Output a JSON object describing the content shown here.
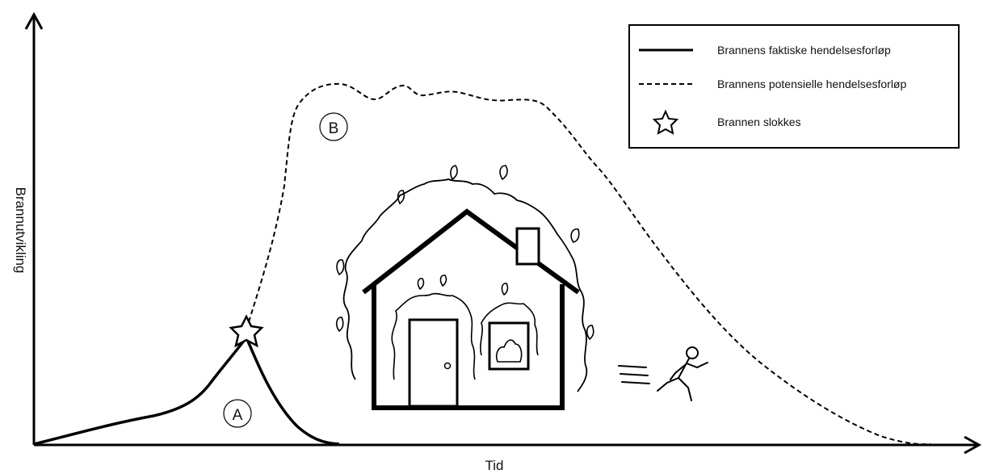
{
  "axes": {
    "x_label": "Tid",
    "y_label": "Brannutvikling"
  },
  "legend": {
    "items": [
      {
        "label": "Brannens faktiske hendelsesforløp",
        "symbol": "solid-line"
      },
      {
        "label": "Brannens potensielle hendelsesforløp",
        "symbol": "dashed-line"
      },
      {
        "label": "Brannen slokkes",
        "symbol": "star-icon"
      }
    ]
  },
  "markers": {
    "a": "A",
    "b": "B"
  },
  "colors": {
    "stroke": "#000000",
    "background": "#ffffff"
  },
  "illustrations": [
    "house-on-fire",
    "running-person",
    "star-icon"
  ]
}
